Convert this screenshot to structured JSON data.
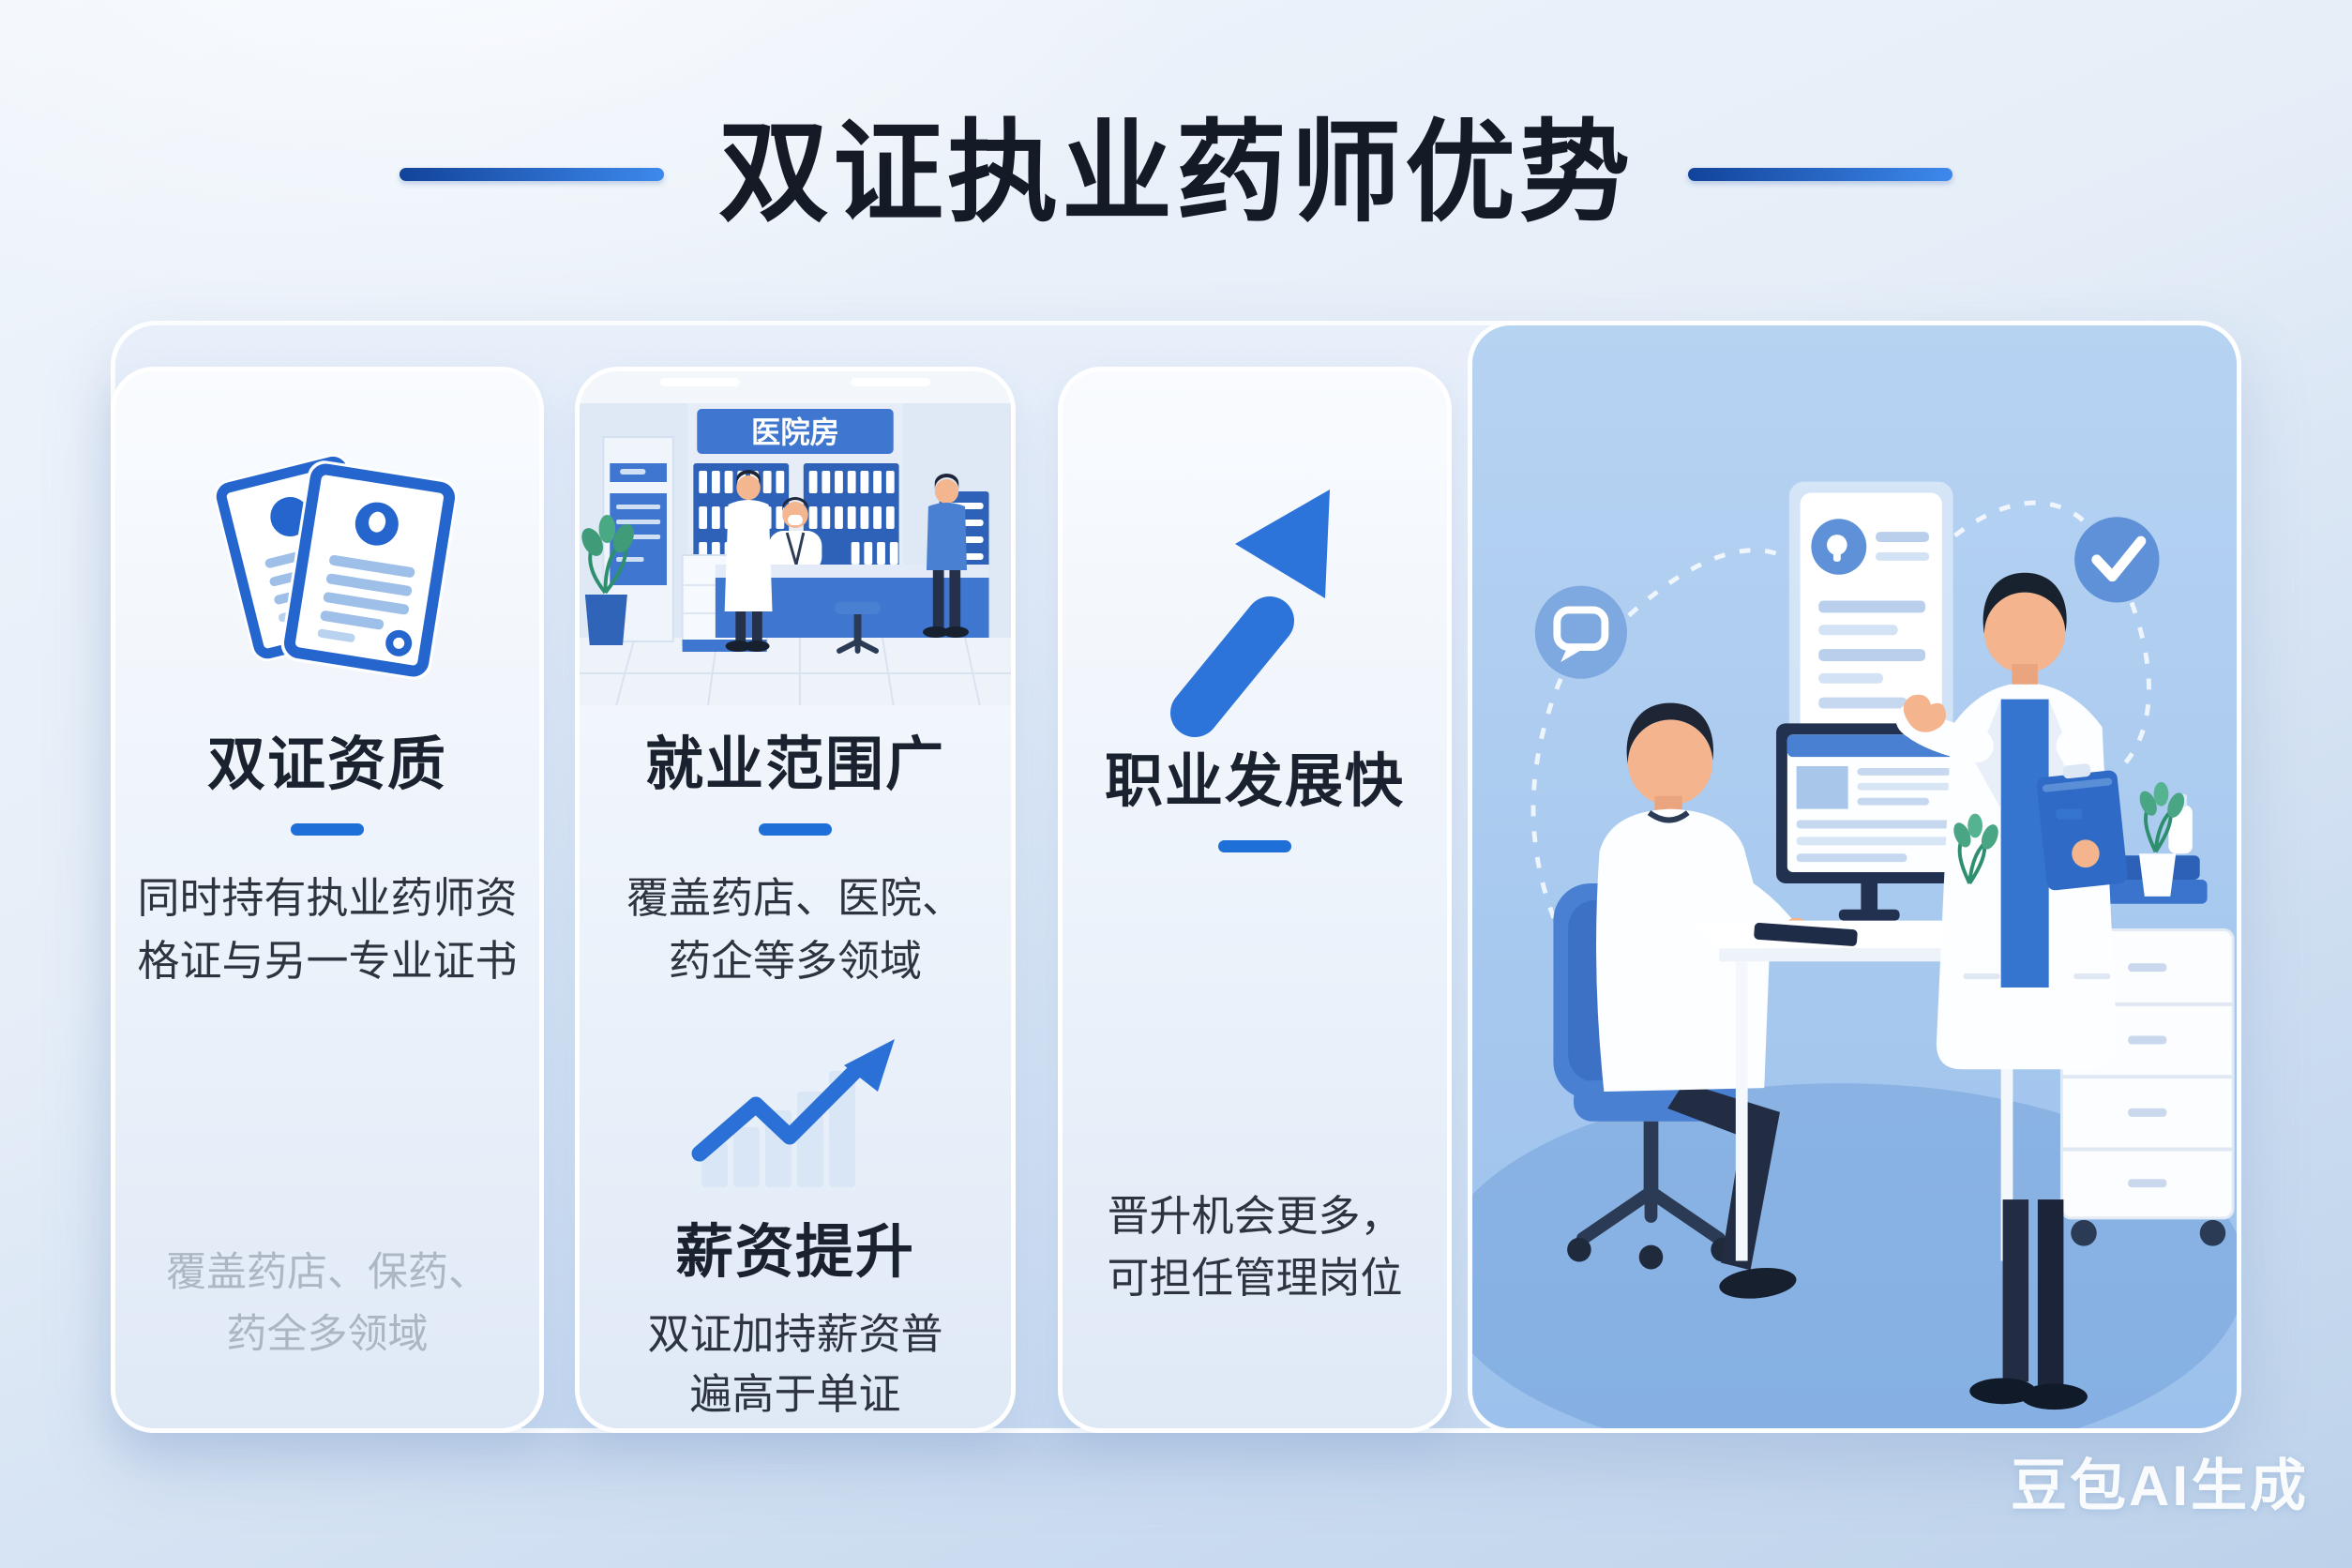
{
  "header": {
    "title": "双证执业药师优势"
  },
  "watermark": {
    "label": "豆包AI生成"
  },
  "colors": {
    "accent_blue": "#2268d2",
    "dash_blue": "#1f6fd8",
    "title_dark": "#151a27",
    "card_bg": "#f1f6fc",
    "panel_bg": "#a9c9ee",
    "illustration_blue": "#3f76cf",
    "dark_navy": "#222d44"
  },
  "card1": {
    "icon": "dual-certificates-icon",
    "title": "双证资质",
    "desc": [
      "同时持有执业药师资",
      "格证与另一专业证书"
    ],
    "faded_note": [
      "覆盖药店、保药、",
      "药全多领域"
    ]
  },
  "card2": {
    "illustration": "pharmacy-counter-scene",
    "sign_text": "医院房",
    "employment": {
      "title": "就业范围广",
      "desc": [
        "覆盖药店、医院、",
        "药企等多领域"
      ]
    },
    "salary": {
      "icon": "rising-trend-arrow-icon",
      "title": "薪资提升",
      "desc": [
        "双证加持薪资普",
        "遍高于单证"
      ]
    }
  },
  "card3": {
    "icon": "up-right-arrow-icon",
    "title": "职业发展快",
    "desc": [
      "晋升机会更多，",
      "可担任管理岗位"
    ]
  },
  "illustration_panel": {
    "scene": "two-pharmacists-office-consultation",
    "badges": [
      "speech-bubble-badge-icon",
      "document-card-icon",
      "checkmark-badge-icon"
    ]
  }
}
